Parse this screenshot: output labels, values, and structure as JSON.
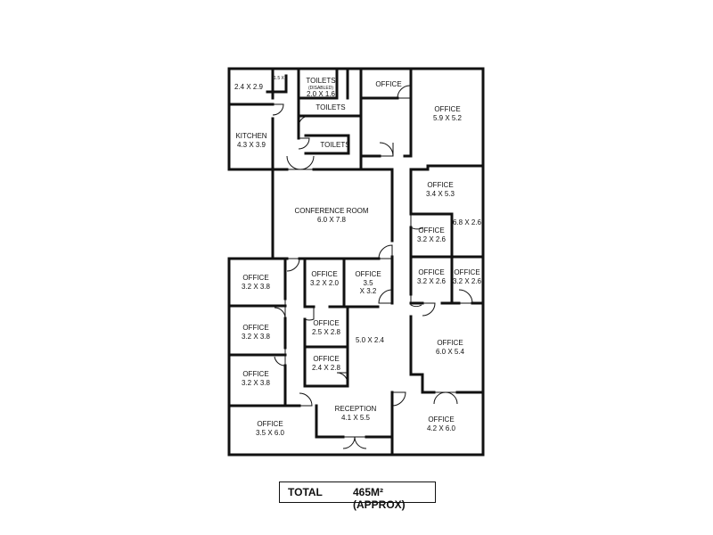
{
  "total": {
    "label": "TOTAL",
    "value": "465M² (APPROX)"
  },
  "rooms": {
    "r1": {
      "name": "",
      "dims": "2.4 X 2.9"
    },
    "r2": {
      "name": "",
      "dims": "1.5 X"
    },
    "r3": {
      "name": "TOILETS",
      "sub": "(DISABLED)",
      "dims": "2.0 X 1.6"
    },
    "r4": {
      "name": "OFFICE",
      "dims": ""
    },
    "r5": {
      "name": "OFFICE",
      "dims": "5.9 X 5.2"
    },
    "r6": {
      "name": "TOILETS",
      "dims": ""
    },
    "r7": {
      "name": "KITCHEN",
      "dims": "4.3 X 3.9"
    },
    "r8": {
      "name": "TOILETS",
      "dims": ""
    },
    "r9": {
      "name": "OFFICE",
      "dims": "3.4 X 5.3"
    },
    "r10": {
      "name": "CONFERENCE ROOM",
      "dims": "6.0 X 7.8"
    },
    "r11": {
      "name": "",
      "dims": "6.8 X 2.6"
    },
    "r12": {
      "name": "OFFICE",
      "dims": "3.2 X 2.6"
    },
    "r13": {
      "name": "OFFICE",
      "dims": "3.2 X 3.8"
    },
    "r14": {
      "name": "OFFICE",
      "dims": "3.2 X 2.0"
    },
    "r15": {
      "name": "OFFICE",
      "dims": "3.5",
      "dims2": "X 3.2"
    },
    "r16": {
      "name": "OFFICE",
      "dims": "3.2 X 2.6"
    },
    "r17": {
      "name": "OFFICE",
      "dims": "3.2 X 2.6"
    },
    "r18": {
      "name": "OFFICE",
      "dims": "3.2 X 3.8"
    },
    "r19": {
      "name": "OFFICE",
      "dims": "2.5 X 2.8"
    },
    "r20": {
      "name": "",
      "dims": "5.0 X 2.4"
    },
    "r21": {
      "name": "OFFICE",
      "dims": "6.0 X 5.4"
    },
    "r22": {
      "name": "OFFICE",
      "dims": "2.4 X 2.8"
    },
    "r23": {
      "name": "OFFICE",
      "dims": "3.2 X 3.8"
    },
    "r24": {
      "name": "RECEPTION",
      "dims": "4.1 X 5.5"
    },
    "r25": {
      "name": "OFFICE",
      "dims": "3.5 X 6.0"
    },
    "r26": {
      "name": "OFFICE",
      "dims": "4.2 X 6.0"
    }
  }
}
